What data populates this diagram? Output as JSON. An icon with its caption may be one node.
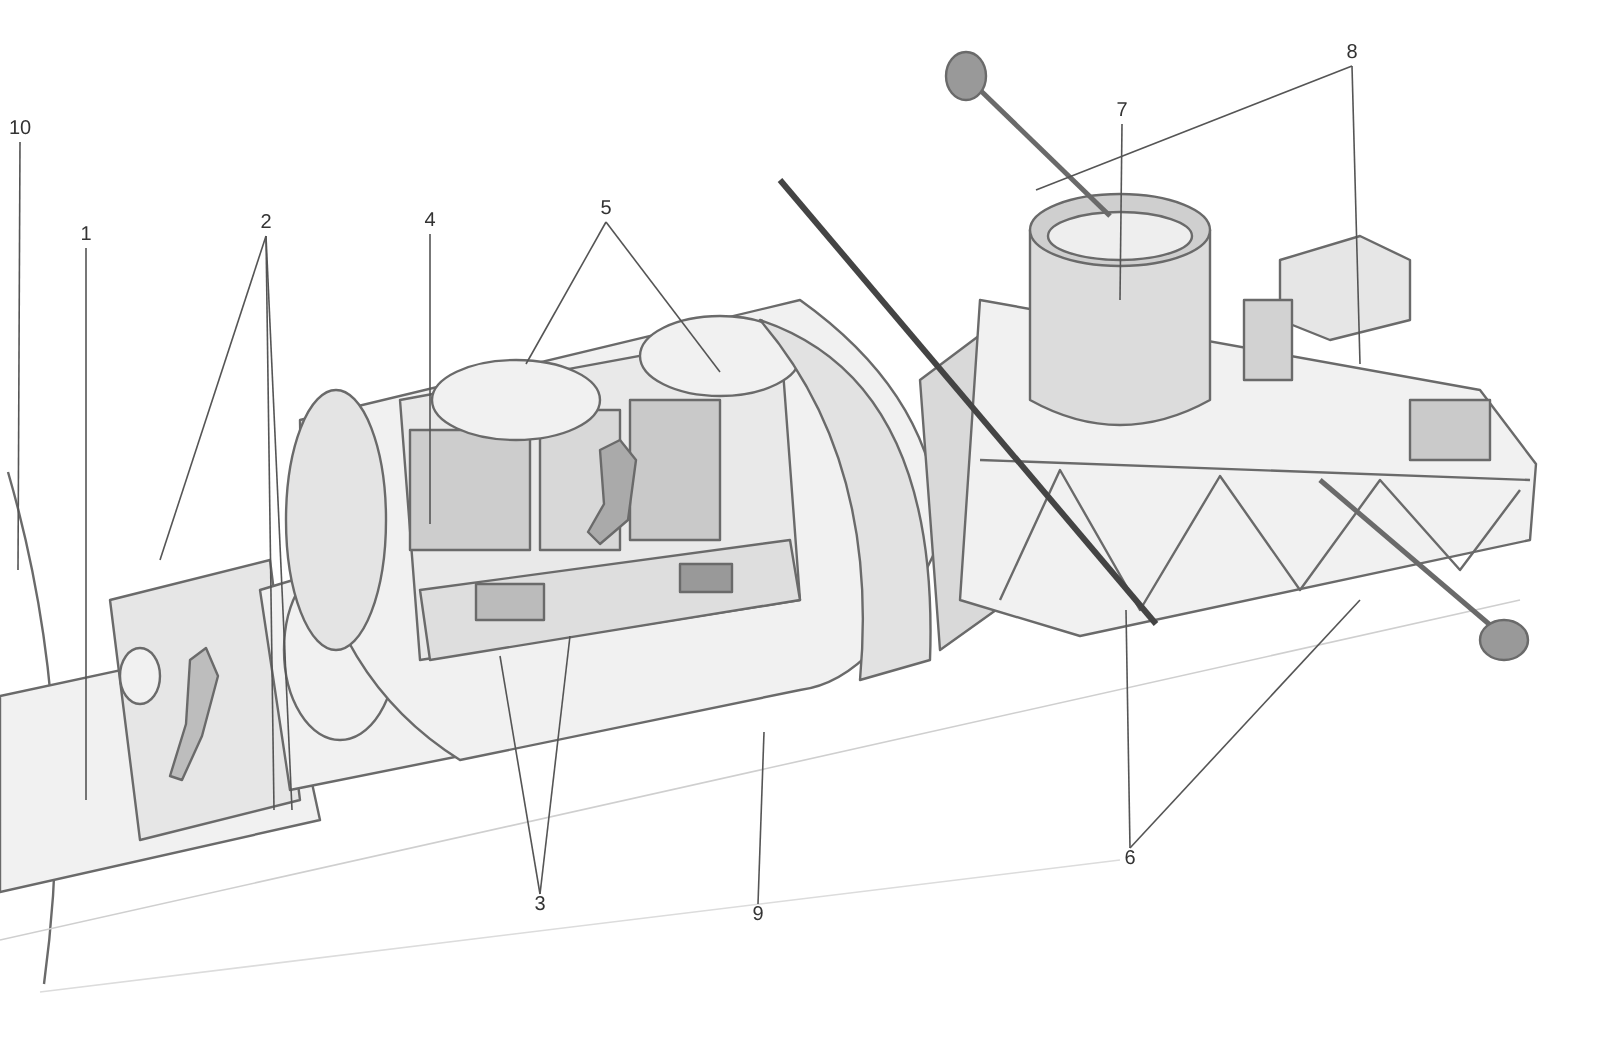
{
  "diagram": {
    "nodes": [
      {
        "text": [
          "1"
        ]
      },
      {
        "text": [
          "2"
        ]
      },
      {
        "text": [
          "3"
        ]
      },
      {
        "text": [
          "4"
        ]
      },
      {
        "text": [
          "5"
        ]
      },
      {
        "text": [
          "6"
        ]
      },
      {
        "text": [
          "7"
        ]
      },
      {
        "text": [
          "8"
        ]
      },
      {
        "text": [
          "9"
        ]
      },
      {
        "text": [
          "10"
        ]
      }
    ],
    "edges": [
      {
        "from": 0,
        "to": null,
        "arrow": "none"
      },
      {
        "from": 1,
        "to": null,
        "arrow": "none"
      },
      {
        "from": 1,
        "to": null,
        "arrow": "none"
      },
      {
        "from": 1,
        "to": null,
        "arrow": "none"
      },
      {
        "from": 2,
        "to": null,
        "arrow": "none"
      },
      {
        "from": 2,
        "to": null,
        "arrow": "none"
      },
      {
        "from": 3,
        "to": null,
        "arrow": "none"
      },
      {
        "from": 4,
        "to": null,
        "arrow": "none"
      },
      {
        "from": 4,
        "to": null,
        "arrow": "none"
      },
      {
        "from": 5,
        "to": null,
        "arrow": "none"
      },
      {
        "from": 5,
        "to": null,
        "arrow": "none"
      },
      {
        "from": 6,
        "to": null,
        "arrow": "none"
      },
      {
        "from": 7,
        "to": null,
        "arrow": "none"
      },
      {
        "from": 7,
        "to": null,
        "arrow": "none"
      },
      {
        "from": 8,
        "to": null,
        "arrow": "none"
      },
      {
        "from": 9,
        "to": null,
        "arrow": "none"
      }
    ]
  }
}
